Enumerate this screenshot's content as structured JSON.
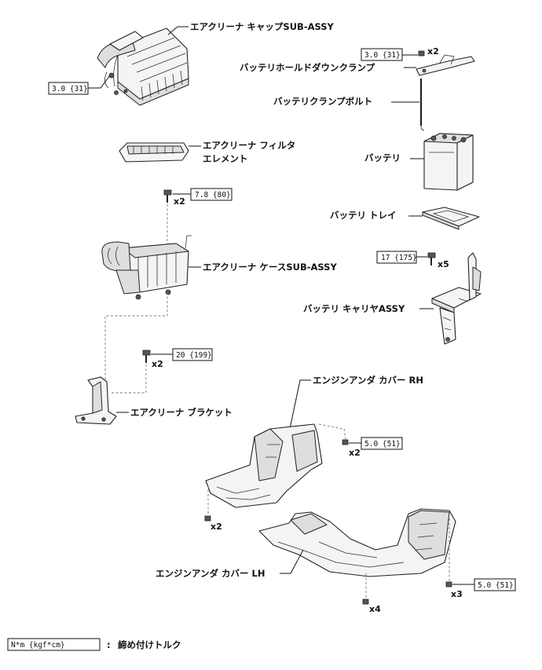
{
  "parts": {
    "air_cleaner_cap": "エアクリーナ キャップSUB-ASSY",
    "battery_hold_down_clamp": "バッテリホールドダウンクランプ",
    "battery_clamp_bolt": "バッテリクランプボルト",
    "air_cleaner_filter_line1": "エアクリーナ フィルタ",
    "air_cleaner_filter_line2": "エレメント",
    "battery": "バッテリ",
    "battery_tray": "バッテリ トレイ",
    "air_cleaner_case": "エアクリーナ ケースSUB-ASSY",
    "battery_carrier": "バッテリ キャリヤASSY",
    "air_cleaner_bracket": "エアクリーナ ブラケット",
    "engine_under_cover_rh": "エンジンアンダ カバー RH",
    "engine_under_cover_lh": "エンジンアンダ カバー LH"
  },
  "torques": {
    "cap": "3.0 {31}",
    "clamp": "3.0 {31}",
    "case_bolt": "7.8 {80}",
    "carrier_bolt": "17 {175}",
    "bracket_bolt": "20 {199}",
    "rh_bolt": "5.0 {51}",
    "lh_bolt": "5.0 {51}"
  },
  "counts": {
    "clamp": "x2",
    "case_bolt": "x2",
    "carrier_bolt": "x5",
    "bracket_bolt": "x2",
    "rh_bolt": "x2",
    "rh_front": "x2",
    "lh_center": "x4",
    "lh_rear": "x3"
  },
  "legend": {
    "unit": "N*m {kgf*cm}",
    "separator": ":",
    "meaning": "締め付けトルク"
  }
}
